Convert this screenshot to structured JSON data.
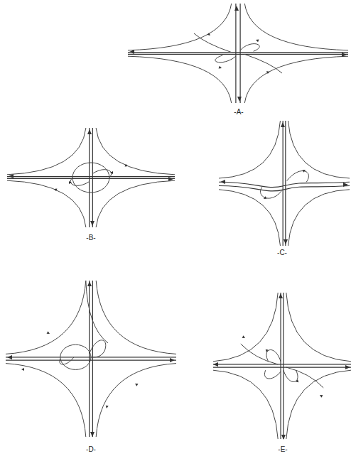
{
  "diagram": {
    "labels": [
      "-A-",
      "-B-",
      "-C-",
      "-D-",
      "-E-"
    ]
  }
}
